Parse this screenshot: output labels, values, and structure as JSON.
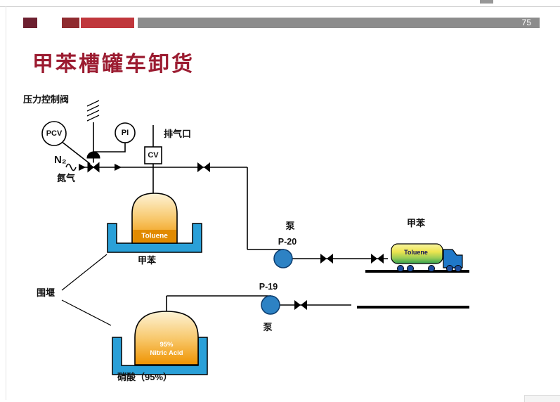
{
  "page": {
    "number": "75"
  },
  "slide": {
    "title": "甲苯槽罐车卸货"
  },
  "diagram": {
    "pressure_control_valve": "压力控制阀",
    "pcv": "PCV",
    "pi": "PI",
    "vent": "排气口",
    "cv": "CV",
    "n2": "N₂",
    "nitrogen": "氮气",
    "tank1_product": "Toluene",
    "tank1_name": "甲苯",
    "dike": "围堰",
    "pump_cn_upper": "泵",
    "pump20": "P-20",
    "pump19": "P-19",
    "pump_cn_lower": "泵",
    "truck_name": "甲苯",
    "truck_product": "Toluene",
    "tank2_line1": "95%",
    "tank2_line2": "Nitric Acid",
    "tank2_name": "硝酸（95%）"
  },
  "colors": {
    "title_red": "#9b1b30",
    "header_gray": "#8c8c8c",
    "deco_block_dark": "#6d2030",
    "deco_block_mid": "#8f2b2f",
    "deco_block_red": "#c0373c",
    "dike_blue": "#2aa0d8",
    "pump_blue": "#2d82c4",
    "tank_orange": "#ef9300",
    "truck_cab_blue": "#1f78c8"
  }
}
